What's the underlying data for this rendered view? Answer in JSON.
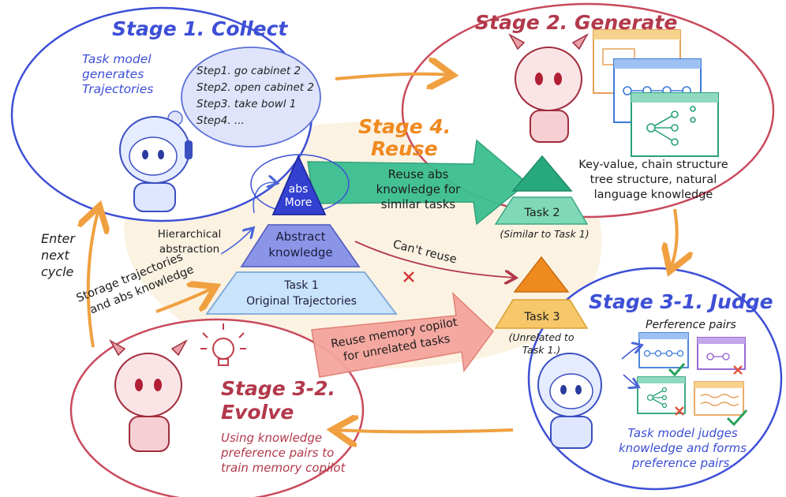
{
  "stage1": {
    "title": "Stage 1. Collect",
    "note": "Task model generates Trajectories",
    "steps": [
      "Step1. go cabinet 2",
      "Step2. open cabinet 2",
      "Step3. take bowl 1",
      "Step4. ..."
    ]
  },
  "stage2": {
    "title": "Stage 2. Generate",
    "note": "Key-value, chain structure tree structure, natural language knowledge"
  },
  "stage4": {
    "title_line1": "Stage 4.",
    "title_line2": "Reuse",
    "arrow_label": "Reuse abs knowledge for similar tasks"
  },
  "stage31": {
    "title": "Stage 3-1. Judge",
    "pairs_label": "Perference pairs",
    "note": "Task model judges knowledge and forms preference pairs."
  },
  "stage32": {
    "title_line1": "Stage 3-2.",
    "title_line2": "Evolve",
    "note": "Using knowledge preference pairs to train memory copilot"
  },
  "pyramid": {
    "top_line1": "abs",
    "top_line2": "More",
    "mid_line1": "Abstract",
    "mid_line2": "knowledge",
    "base_line1": "Task 1",
    "base_line2": "Original Trajectories"
  },
  "task2": {
    "label": "Task 2",
    "caption": "(Similar to Task 1)"
  },
  "task3": {
    "label": "Task 3",
    "caption_line1": "(Unrelated to",
    "caption_line2": "Task 1.)"
  },
  "labels": {
    "hierarchical": "Hierarchical abstraction",
    "enter_cycle": "Enter next cycle",
    "storage_line1": "Storage trajectories",
    "storage_line2": "and abs knowledge",
    "cant_reuse": "Can't reuse",
    "reuse_copilot_line1": "Reuse memory copilot",
    "reuse_copilot_line2": "for unrelated tasks"
  },
  "colors": {
    "blue": "#3d4fd6",
    "red": "#b2394b",
    "orange": "#f0a040",
    "green": "#2fb58a",
    "pink": "#f0a49c",
    "tan": "#fbf1df"
  },
  "icons": [
    "robot-icon",
    "lightbulb-icon",
    "checkmark-icon",
    "cross-icon",
    "flowchart-icon"
  ]
}
